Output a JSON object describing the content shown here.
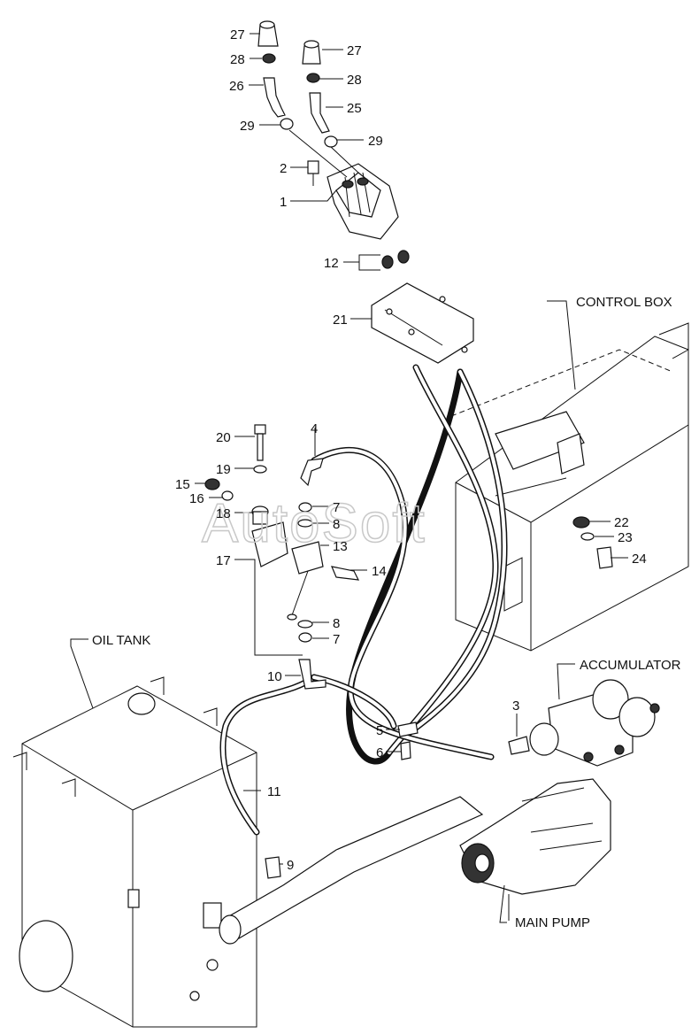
{
  "watermark": "AutoSoft",
  "labels": {
    "control_box": "CONTROL BOX",
    "oil_tank": "OIL TANK",
    "accumulator": "ACCUMULATOR",
    "main_pump": "MAIN PUMP"
  },
  "callouts": {
    "c27a": "27",
    "c28a": "28",
    "c26": "26",
    "c29a": "29",
    "c27b": "27",
    "c28b": "28",
    "c25": "25",
    "c29b": "29",
    "c2": "2",
    "c1": "1",
    "c12": "12",
    "c21": "21",
    "c4": "4",
    "c20": "20",
    "c19": "19",
    "c15": "15",
    "c16": "16",
    "c18": "18",
    "c17": "17",
    "c7a": "7",
    "c8a": "8",
    "c13": "13",
    "c14": "14",
    "c8b": "8",
    "c7b": "7",
    "c10": "10",
    "c22": "22",
    "c23": "23",
    "c24": "24",
    "c3": "3",
    "c5": "5",
    "c6": "6",
    "c11": "11",
    "c9": "9"
  }
}
